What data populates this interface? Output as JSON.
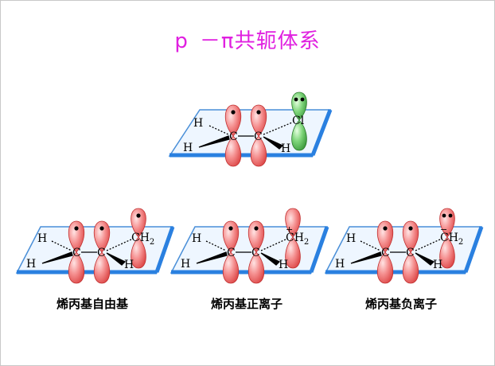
{
  "title": {
    "p": "p",
    "dash": "－",
    "pi": "π",
    "rest": "共轭体系"
  },
  "top_molecule": {
    "atoms": {
      "h_upper": "H",
      "h_lower": "H",
      "c1": "C",
      "c2": "C",
      "h_right": "H",
      "cl": "Cl"
    }
  },
  "molecules": [
    {
      "caption": "烯丙基自由基",
      "atoms": {
        "h_upper": "H",
        "h_lower": "H",
        "c1": "C",
        "c2": "C",
        "h_right": "H",
        "ch": "CH",
        "sub": "2"
      }
    },
    {
      "caption": "烯丙基正离子",
      "charge": "+",
      "atoms": {
        "h_upper": "H",
        "h_lower": "H",
        "c1": "C",
        "c2": "C",
        "h_right": "H",
        "ch": "CH",
        "sub": "2"
      }
    },
    {
      "caption": "烯丙基负离子",
      "charge": "−",
      "atoms": {
        "h_upper": "H",
        "h_lower": "H",
        "c1": "C",
        "c2": "C",
        "h_right": "H",
        "ch": "CH",
        "sub": "2"
      }
    }
  ],
  "colors": {
    "title": "#e020e0",
    "p_orbital": "#f07070",
    "cl_orbital": "#3aa83a",
    "plane_edge": "#2a80e0",
    "plane_fill": "#eef6ff"
  }
}
